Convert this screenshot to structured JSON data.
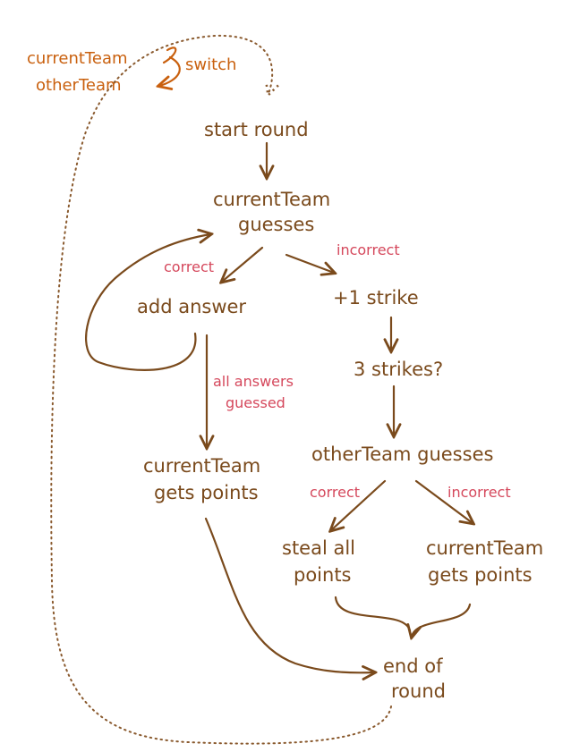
{
  "legend": {
    "current_team": "currentTeam",
    "other_team": "otherTeam",
    "switch": "switch"
  },
  "nodes": {
    "start_round": "start round",
    "current_guesses_line1": "currentTeam",
    "current_guesses_line2": "guesses",
    "add_answer": "add answer",
    "plus_strike": "+1 strike",
    "three_strikes": "3 strikes?",
    "current_points_line1": "currentTeam",
    "current_points_line2": "gets points",
    "other_guesses": "otherTeam guesses",
    "steal_line1": "steal all",
    "steal_line2": "points",
    "current_points2_line1": "currentTeam",
    "current_points2_line2": "gets points",
    "end_line1": "end of",
    "end_line2": "round"
  },
  "edge_labels": {
    "correct_1": "correct",
    "incorrect_1": "incorrect",
    "all_answered_line1": "all answers",
    "all_answered_line2": "guessed",
    "correct_2": "correct",
    "incorrect_2": "incorrect"
  },
  "colors": {
    "node_text": "#7a4a1c",
    "edge_label": "#d5485c",
    "legend": "#c9600e"
  }
}
